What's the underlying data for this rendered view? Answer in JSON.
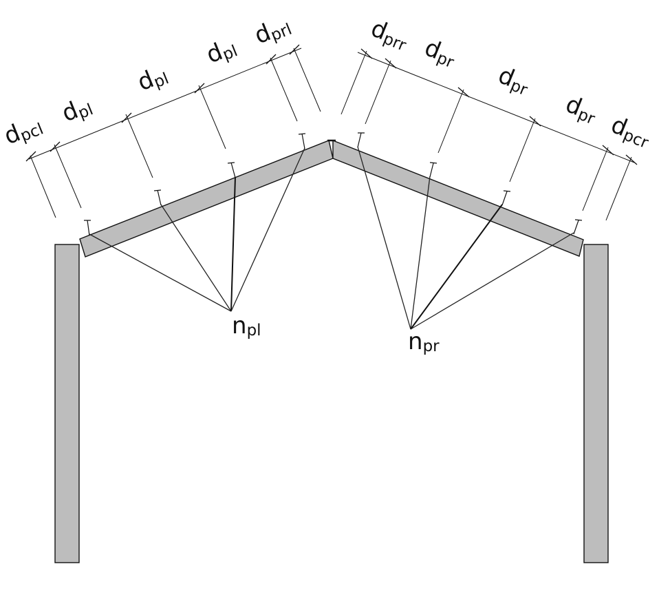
{
  "labels": {
    "dim_left": [
      {
        "base": "d",
        "sub": "pcl"
      },
      {
        "base": "d",
        "sub": "pl"
      },
      {
        "base": "d",
        "sub": "pl"
      },
      {
        "base": "d",
        "sub": "pl"
      },
      {
        "base": "d",
        "sub": "prl"
      }
    ],
    "dim_right": [
      {
        "base": "d",
        "sub": "prr"
      },
      {
        "base": "d",
        "sub": "pr"
      },
      {
        "base": "d",
        "sub": "pr"
      },
      {
        "base": "d",
        "sub": "pr"
      },
      {
        "base": "d",
        "sub": "pcr"
      }
    ],
    "node_left": {
      "base": "n",
      "sub": "pl"
    },
    "node_right": {
      "base": "n",
      "sub": "pr"
    }
  },
  "colors": {
    "member_fill": "#bdbdbd",
    "line": "#111111"
  }
}
